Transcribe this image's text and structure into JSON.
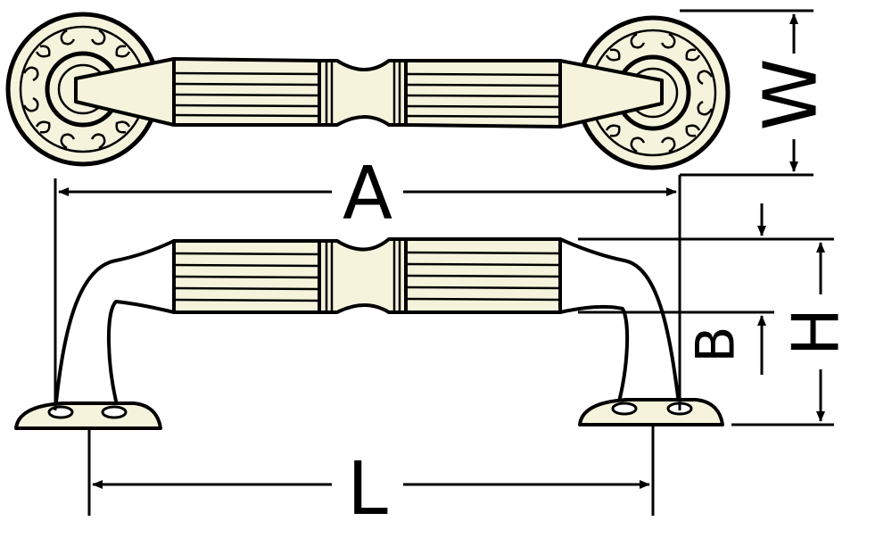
{
  "diagram": {
    "labels": {
      "w": "W",
      "a": "A",
      "b": "B",
      "h": "H",
      "l": "L"
    },
    "colors": {
      "handle_fill": "#f6f3dc",
      "line": "#000000",
      "background": "#ffffff"
    }
  }
}
